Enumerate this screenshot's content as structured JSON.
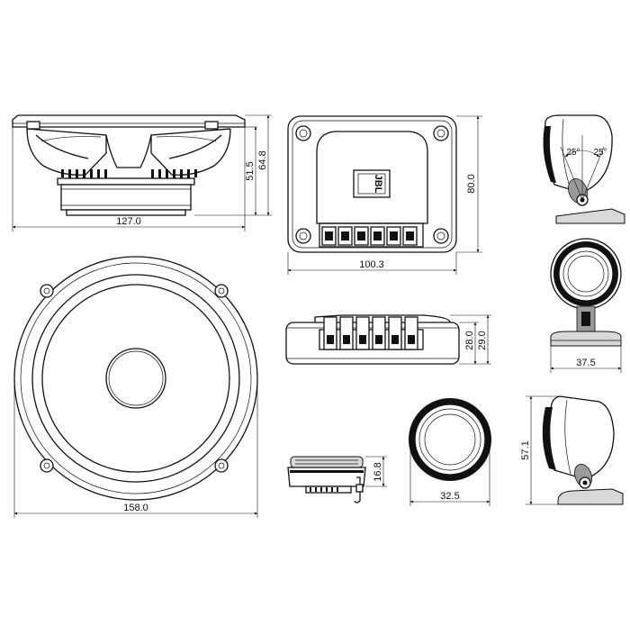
{
  "logo": {
    "text": "JBL"
  },
  "dimensions": {
    "woofer_side_width": "127.0",
    "woofer_mount_depth": "51.5",
    "woofer_total_depth": "64.8",
    "woofer_front_diameter": "158.0",
    "crossover_width": "100.3",
    "crossover_height": "80.0",
    "crossover_depth_inner": "28.0",
    "crossover_depth_outer": "29.0",
    "tweeter_mount_height": "16.8",
    "tweeter_diameter": "32.5",
    "pod_base_width": "37.5",
    "pod_height": "57.1"
  },
  "angles": {
    "tilt_left": "25°",
    "tilt_right": "25°"
  }
}
